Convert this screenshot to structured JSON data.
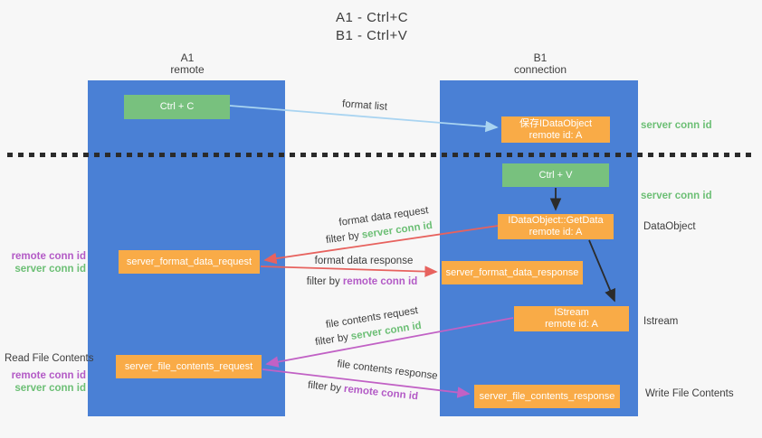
{
  "title": {
    "line1": "A1 - Ctrl+C",
    "line2": "B1 - Ctrl+V"
  },
  "columns": {
    "left": {
      "name": "A1",
      "sub": "remote"
    },
    "right": {
      "name": "B1",
      "sub": "connection"
    }
  },
  "boxes": {
    "ctrl_c": {
      "label": "Ctrl + C"
    },
    "save_dataobject": {
      "line1": "保存IDataObject",
      "line2": "remote id: A"
    },
    "ctrl_v": {
      "label": "Ctrl + V"
    },
    "getdata": {
      "line1": "IDataObject::GetData",
      "line2": "remote id: A"
    },
    "format_request": {
      "label": "server_format_data_request"
    },
    "format_response": {
      "label": "server_format_data_response"
    },
    "istream": {
      "line1": "IStream",
      "line2": "remote id: A"
    },
    "file_request": {
      "label": "server_file_contents_request"
    },
    "file_response": {
      "label": "server_file_contents_response"
    }
  },
  "flow_labels": {
    "format_list": "format list",
    "format_data_request": "format data request",
    "format_data_response": "format data response",
    "file_contents_request": "file contents request",
    "file_contents_response": "file contents response",
    "filter_by": "filter by",
    "server_conn_id": "server conn id",
    "remote_conn_id": "remote conn id"
  },
  "side_labels": {
    "server_conn_id_top": "server conn id",
    "server_conn_id_mid": "server conn id",
    "dataobject": "DataObject",
    "istream": "Istream",
    "write_file_contents": "Write File Contents",
    "read_file_contents": "Read File Contents",
    "remote_conn_id_fmt": "remote conn id",
    "server_conn_id_fmt": "server conn id",
    "remote_conn_id_file": "remote conn id",
    "server_conn_id_file": "server conn id"
  },
  "colors": {
    "lane_blue": "#4a80d5",
    "action_green": "#78c17e",
    "message_orange": "#f9ab47",
    "arrow_red": "#e7625e",
    "arrow_magenta": "#c161c5",
    "arrow_blue": "#a9d4f1",
    "arrow_black": "#2b2b2b",
    "label_green": "#6cbf75",
    "label_purple": "#b35ac6",
    "text_dark": "#3d3d3d",
    "bg": "#f7f7f7"
  }
}
